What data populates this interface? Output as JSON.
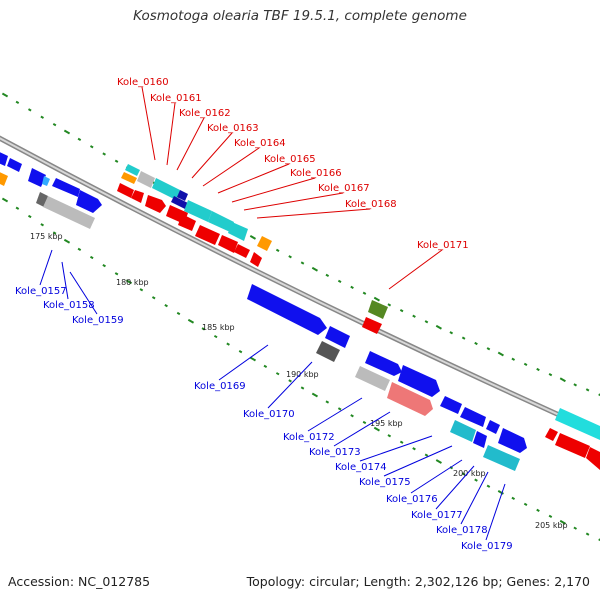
{
  "title": "Kosmotoga olearia TBF 19.5.1, complete genome",
  "footer": {
    "accession": "Accession: NC_012785",
    "stats": "Topology: circular; Length: 2,302,126 bp; Genes: 2,170"
  },
  "scale_labels": [
    "175 kbp",
    "180 kbp",
    "185 kbp",
    "190 kbp",
    "195 kbp",
    "200 kbp",
    "205 kbp"
  ],
  "colors": {
    "forward_label": "#0000dd",
    "reverse_label": "#dd0000",
    "tick": "#228822",
    "backbone": "#999999"
  },
  "forward_genes": [
    "Kole_0157",
    "Kole_0158",
    "Kole_0159",
    "Kole_0169",
    "Kole_0170",
    "Kole_0172",
    "Kole_0173",
    "Kole_0174",
    "Kole_0175",
    "Kole_0176",
    "Kole_0177",
    "Kole_0178",
    "Kole_0179"
  ],
  "reverse_genes": [
    "Kole_0160",
    "Kole_0161",
    "Kole_0162",
    "Kole_0163",
    "Kole_0164",
    "Kole_0165",
    "Kole_0166",
    "Kole_0167",
    "Kole_0168",
    "Kole_0171"
  ]
}
